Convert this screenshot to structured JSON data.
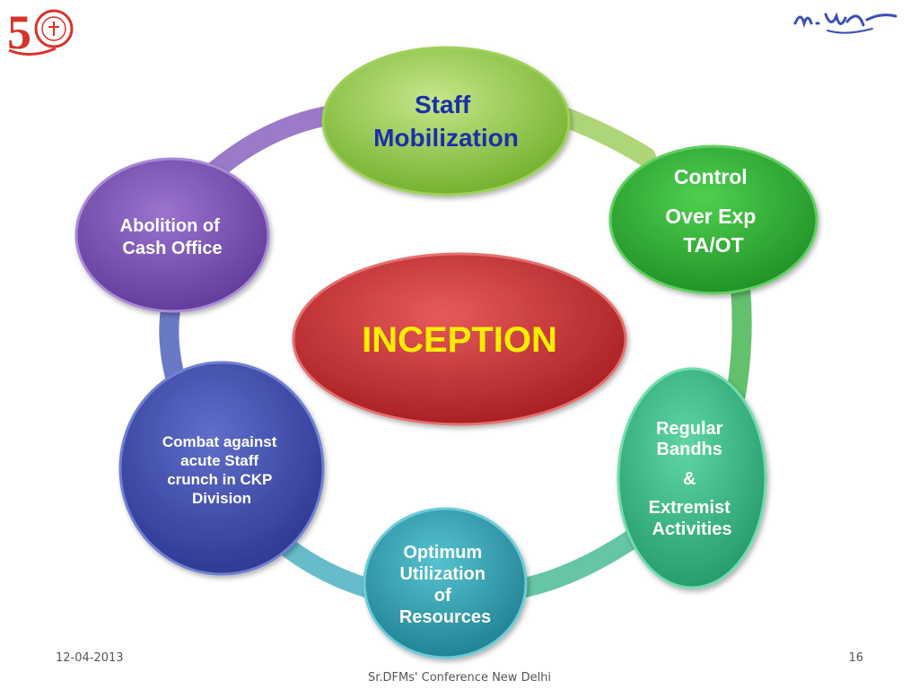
{
  "logo": {
    "badge_number": "5"
  },
  "nodes": {
    "staff_mobilization": [
      "Staff",
      "Mobilization"
    ],
    "control": [
      "Control",
      "Over Exp",
      "TA/OT"
    ],
    "abolition": [
      "Abolition of",
      "Cash Office"
    ],
    "inception": "INCEPTION",
    "combat": [
      "Combat against",
      "acute Staff",
      "crunch in CKP",
      "Division"
    ],
    "regular": [
      "Regular",
      "Bandhs",
      "&",
      "Extremist",
      "Activities"
    ],
    "optimum": [
      "Optimum",
      "Utilization",
      "of",
      "Resources"
    ]
  },
  "footer": {
    "date": "12-04-2013",
    "page_number": "16",
    "caption": "Sr.DFMs' Conference New Delhi"
  },
  "colors": {
    "green_lime": "#8cc63f",
    "green_bright": "#33aa33",
    "teal_green": "#3fbf8f",
    "teal": "#2f9fb0",
    "navy": "#3f4fa8",
    "purple": "#7b52b5",
    "red": "#c8282e",
    "blue_text": "#1a2faa",
    "yellow_text": "#ffee00"
  }
}
